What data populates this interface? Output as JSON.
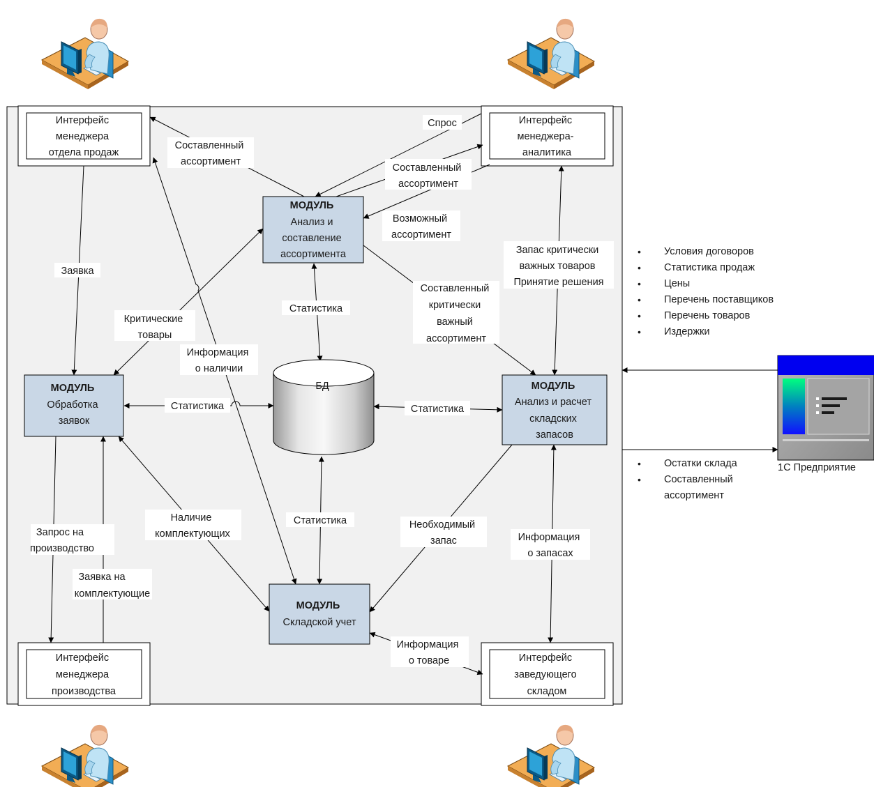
{
  "interfaces": {
    "sales": [
      "Интерфейс",
      "менеджера",
      "отдела продаж"
    ],
    "analyst": [
      "Интерфейс",
      "менеджера-",
      "аналитика"
    ],
    "production": [
      "Интерфейс",
      "менеджера",
      "производства"
    ],
    "warehouse": [
      "Интерфейс",
      "заведующего",
      "складом"
    ]
  },
  "modules": {
    "assortment": {
      "title": "МОДУЛЬ",
      "lines": [
        "Анализ и",
        "составление",
        "ассортимента"
      ]
    },
    "orders": {
      "title": "МОДУЛЬ",
      "lines": [
        "Обработка",
        "заявок"
      ]
    },
    "stock_analysis": {
      "title": "МОДУЛЬ",
      "lines": [
        "Анализ и расчет",
        "складских",
        "запасов"
      ]
    },
    "warehouse": {
      "title": "МОДУЛЬ",
      "lines": [
        "Складской учет"
      ]
    }
  },
  "database": {
    "label": "БД"
  },
  "edge_labels": {
    "demand": [
      "Спрос"
    ],
    "composed_to_sales": [
      "Составленный",
      "ассортимент"
    ],
    "composed_to_analyst": [
      "Составленный",
      "ассортимент"
    ],
    "possible": [
      "Возможный",
      "ассортимент"
    ],
    "request": [
      "Заявка"
    ],
    "critical_goods": [
      "Критические",
      "товары"
    ],
    "availability_info": [
      "Информация",
      "о наличии"
    ],
    "stats_assortment": [
      "Статистика"
    ],
    "critical_assortment": [
      "Составленный",
      "критически",
      "важный",
      "ассортимент"
    ],
    "critical_stock": [
      "Запас критически",
      "важных товаров",
      "Принятие решения"
    ],
    "stats_orders": [
      "Статистика"
    ],
    "stats_stock": [
      "Статистика"
    ],
    "stats_warehouse": [
      "Статистика"
    ],
    "components_availability": [
      "Наличие",
      "комплектующих"
    ],
    "production_request": [
      "Запрос на",
      "производство"
    ],
    "components_request": [
      "Заявка на",
      "комплектующие"
    ],
    "required_stock": [
      "Необходимый",
      "запас"
    ],
    "stock_info": [
      "Информация",
      "о запасах"
    ],
    "goods_info": [
      "Информация",
      "о товаре"
    ]
  },
  "external": {
    "system_name": "1С Предприятие",
    "inputs": [
      "Условия договоров",
      "Статистика продаж",
      "Цены",
      "Перечень поставщиков",
      "Перечень товаров",
      "Издержки"
    ],
    "outputs": [
      "Остатки склада",
      "Составленный ассортимент"
    ]
  },
  "colors": {
    "module_fill": "#c9d7e6",
    "panel_fill": "#f1f1f1",
    "window_title": "#0000f0"
  },
  "icons": [
    "user-workstation-icon",
    "user-workstation-icon",
    "user-workstation-icon",
    "user-workstation-icon",
    "enterprise-app-icon"
  ]
}
